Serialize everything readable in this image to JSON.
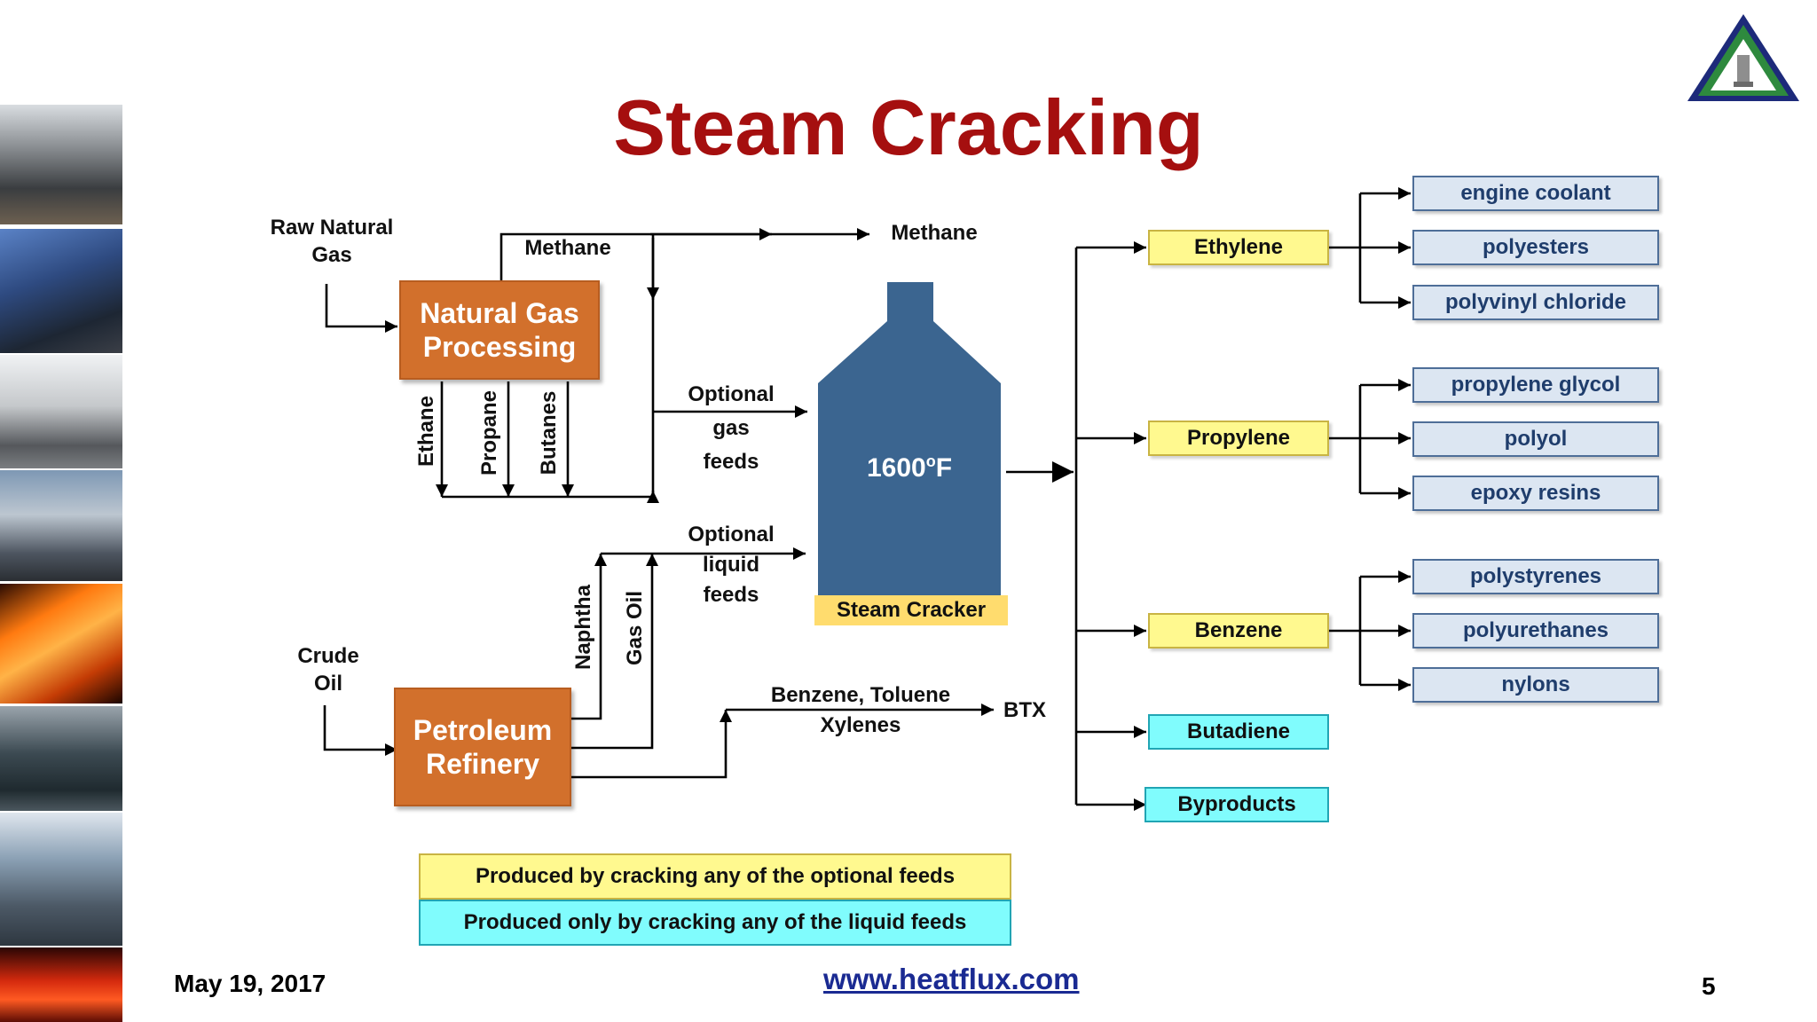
{
  "slide": {
    "title": "Steam Cracking",
    "date": "May 19, 2017",
    "url": "www.heatflux.com",
    "page_number": "5"
  },
  "inputs": {
    "raw_natural_gas": "Raw Natural\nGas",
    "crude_oil": "Crude\nOil"
  },
  "processes": {
    "natural_gas_processing": "Natural Gas\nProcessing",
    "petroleum_refinery": "Petroleum\nRefinery",
    "steam_cracker": "Steam Cracker",
    "cracker_temperature": "1600",
    "temperature_unit": "o",
    "temperature_scale": "F"
  },
  "flows": {
    "methane_1": "Methane",
    "methane_2": "Methane",
    "ethane": "Ethane",
    "propane": "Propane",
    "butanes": "Butanes",
    "optional_gas_feeds": "Optional\ngas\nfeeds",
    "optional_liquid_feeds": "Optional\nliquid\nfeeds",
    "naphtha": "Naphtha",
    "gas_oil": "Gas Oil",
    "btx_stream": "Benzene, Toluene\nXylenes",
    "btx": "BTX"
  },
  "products": [
    {
      "label": "Ethylene",
      "kind": "optional",
      "uses": [
        "engine coolant",
        "polyesters",
        "polyvinyl chloride"
      ]
    },
    {
      "label": "Propylene",
      "kind": "optional",
      "uses": [
        "propylene glycol",
        "polyol",
        "epoxy resins"
      ]
    },
    {
      "label": "Benzene",
      "kind": "optional",
      "uses": [
        "polystyrenes",
        "polyurethanes",
        "nylons"
      ]
    },
    {
      "label": "Butadiene",
      "kind": "liquid_only",
      "uses": []
    },
    {
      "label": "Byproducts",
      "kind": "liquid_only",
      "uses": []
    }
  ],
  "legend": {
    "optional": "Produced by cracking any of the optional feeds",
    "liquid_only": "Produced only by cracking any of the liquid feeds"
  },
  "colors": {
    "title": "#a50f0f",
    "process_box": "#d2702c",
    "optional_product": "#fff98f",
    "liquid_only_product": "#80fcfd",
    "end_use_box": "#dce6f2",
    "cracker": "#3b6590",
    "cracker_label": "#ffdc6e",
    "url": "#1a2a92"
  }
}
